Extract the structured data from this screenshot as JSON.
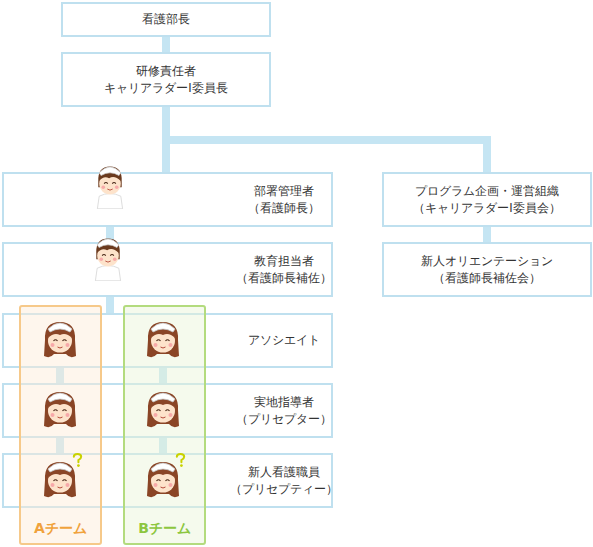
{
  "diagram": {
    "nodes": [
      {
        "text": [
          "看護部長"
        ]
      },
      {
        "text": [
          "研修責任者",
          "キャリアラダーI委員長"
        ]
      },
      {
        "text": [
          "部署管理者",
          "（看護師長）"
        ]
      },
      {
        "text": [
          "教育担当者",
          "（看護師長補佐）"
        ]
      },
      {
        "text": [
          "アソシエイト"
        ]
      },
      {
        "text": [
          "実地指導者",
          "（プリセプター）"
        ]
      },
      {
        "text": [
          "新人看護職員",
          "（プリセプティー）"
        ]
      },
      {
        "text": [
          "プログラム企画・運営組織",
          "（キャリアラダーI委員会）"
        ]
      },
      {
        "text": [
          "新人オリエンテーション",
          "（看護師長補佐会）"
        ]
      },
      {
        "text": [
          "Aチーム"
        ]
      },
      {
        "text": [
          "Bチーム"
        ]
      }
    ],
    "edges": [
      {
        "from": 0,
        "to": 1,
        "arrow": "none"
      },
      {
        "from": 1,
        "to": 2,
        "arrow": "none"
      },
      {
        "from": 1,
        "to": 7,
        "arrow": "none"
      },
      {
        "from": 2,
        "to": 3,
        "arrow": "none"
      },
      {
        "from": 7,
        "to": 8,
        "arrow": "none"
      },
      {
        "from": 3,
        "to": 4,
        "arrow": "none"
      },
      {
        "from": 4,
        "to": 5,
        "arrow": "none"
      },
      {
        "from": 5,
        "to": 6,
        "arrow": "none"
      }
    ]
  }
}
